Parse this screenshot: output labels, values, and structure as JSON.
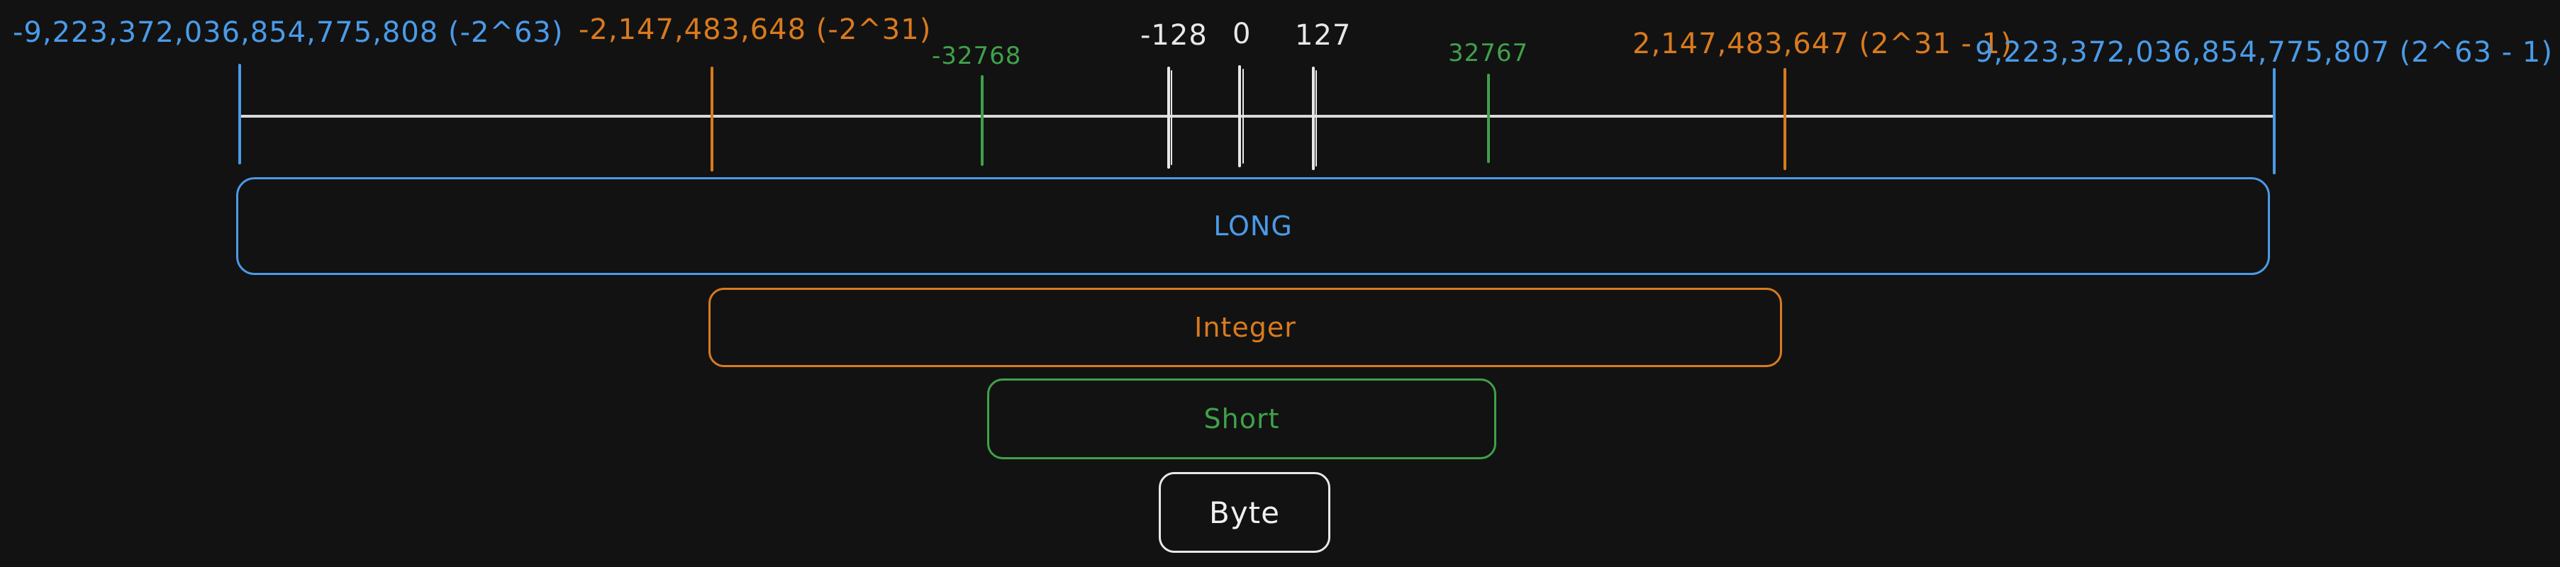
{
  "colors": {
    "background": "#121212",
    "long": "#4a9be8",
    "integer": "#d97a1e",
    "short": "#3fa14a",
    "byte": "#e8e8e8",
    "axis": "#d9d9d9"
  },
  "ticks": {
    "long_min": "-9,223,372,036,854,775,808 (-2^63)",
    "int_min": "-2,147,483,648 (-2^31)",
    "short_min": "-32768",
    "byte_min": "-128",
    "zero": "0",
    "byte_max": "127",
    "short_max": "32767",
    "int_max": "2,147,483,647 (2^31 - 1)",
    "long_max": "9,223,372,036,854,775,807 (2^63 - 1)"
  },
  "boxes": {
    "long": "LONG",
    "integer": "Integer",
    "short": "Short",
    "byte": "Byte"
  }
}
